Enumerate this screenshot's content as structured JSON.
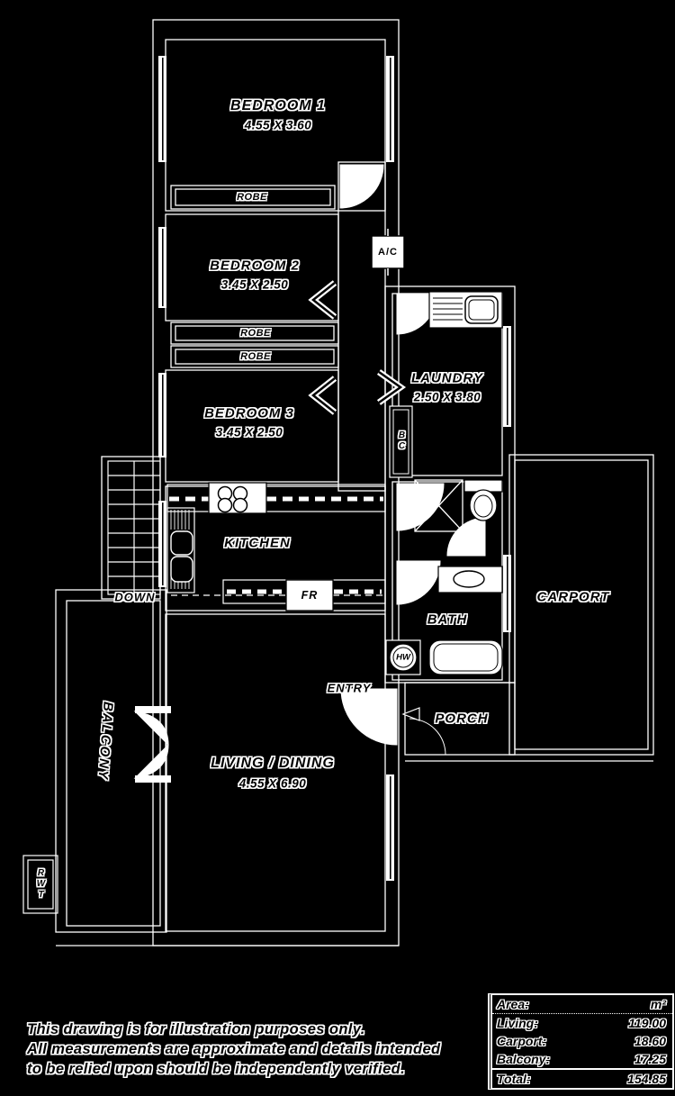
{
  "colors": {
    "background": "#000000",
    "line": "#ffffff",
    "text": "#000000",
    "halo": "#ffffff"
  },
  "rooms": {
    "bedroom1": {
      "name": "BEDROOM 1",
      "dims": "4.55 X 3.60"
    },
    "bedroom2": {
      "name": "BEDROOM 2",
      "dims": "3.45 X 2.50"
    },
    "bedroom3": {
      "name": "BEDROOM 3",
      "dims": "3.45 X 2.50"
    },
    "kitchen": {
      "name": "KITCHEN"
    },
    "laundry": {
      "name": "LAUNDRY",
      "dims": "2.50 X 3.80"
    },
    "bath": {
      "name": "BATH"
    },
    "entry": {
      "name": "ENTRY"
    },
    "porch": {
      "name": "PORCH"
    },
    "carport": {
      "name": "CARPORT"
    },
    "living_dining": {
      "name": "LIVING / DINING",
      "dims": "4.55 X 6.90"
    },
    "balcony": {
      "name": "BALCONY"
    }
  },
  "fixtures": {
    "robe1": "ROBE",
    "robe2": "ROBE",
    "robe3": "ROBE",
    "ac": "A/C",
    "fridge": "FR",
    "hot_water": "HW",
    "cupboard": "BC",
    "down": "DOWN",
    "rwt": "RWT"
  },
  "area_table": {
    "header": {
      "label": "Area:",
      "unit": "m²"
    },
    "rows": [
      {
        "label": "Living:",
        "value": "119.00"
      },
      {
        "label": "Carport:",
        "value": "18.60"
      },
      {
        "label": "Balcony:",
        "value": "17.25"
      }
    ],
    "total": {
      "label": "Total:",
      "value": "154.85"
    }
  },
  "disclaimer": {
    "line1": "This drawing is for illustration purposes only.",
    "line2": "All measurements are approximate and details intended",
    "line3": "to be relied upon should be independently verified."
  }
}
